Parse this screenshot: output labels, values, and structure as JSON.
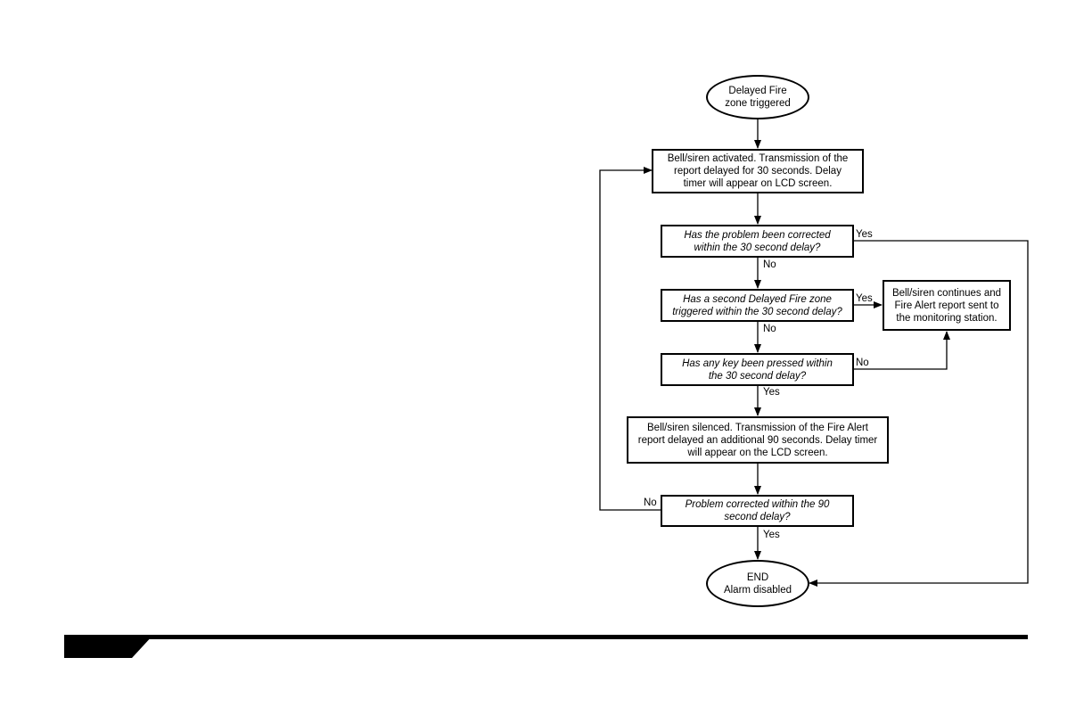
{
  "flowchart": {
    "nodes": {
      "start": "Delayed Fire\nzone triggered",
      "bell_activated": "Bell/siren activated. Transmission of the\nreport delayed for 30 seconds. Delay\ntimer will appear on LCD screen.",
      "q_corrected_30": "Has the problem been corrected\nwithin the 30 second delay?",
      "q_second_zone": "Has a second Delayed Fire zone\ntriggered within the 30 second delay?",
      "bell_continues": "Bell/siren continues and\nFire Alert report sent to\nthe monitoring station.",
      "q_key_pressed": "Has any key been pressed within\nthe 30 second delay?",
      "bell_silenced": "Bell/siren silenced. Transmission of the Fire Alert\nreport delayed an additional 90 seconds. Delay timer\nwill appear on the LCD screen.",
      "q_corrected_90": "Problem corrected within the 90\nsecond delay?",
      "end": "END\nAlarm disabled"
    },
    "edge_labels": {
      "yes": "Yes",
      "no": "No"
    }
  },
  "colors": {
    "line": "#000000",
    "background": "#ffffff"
  }
}
